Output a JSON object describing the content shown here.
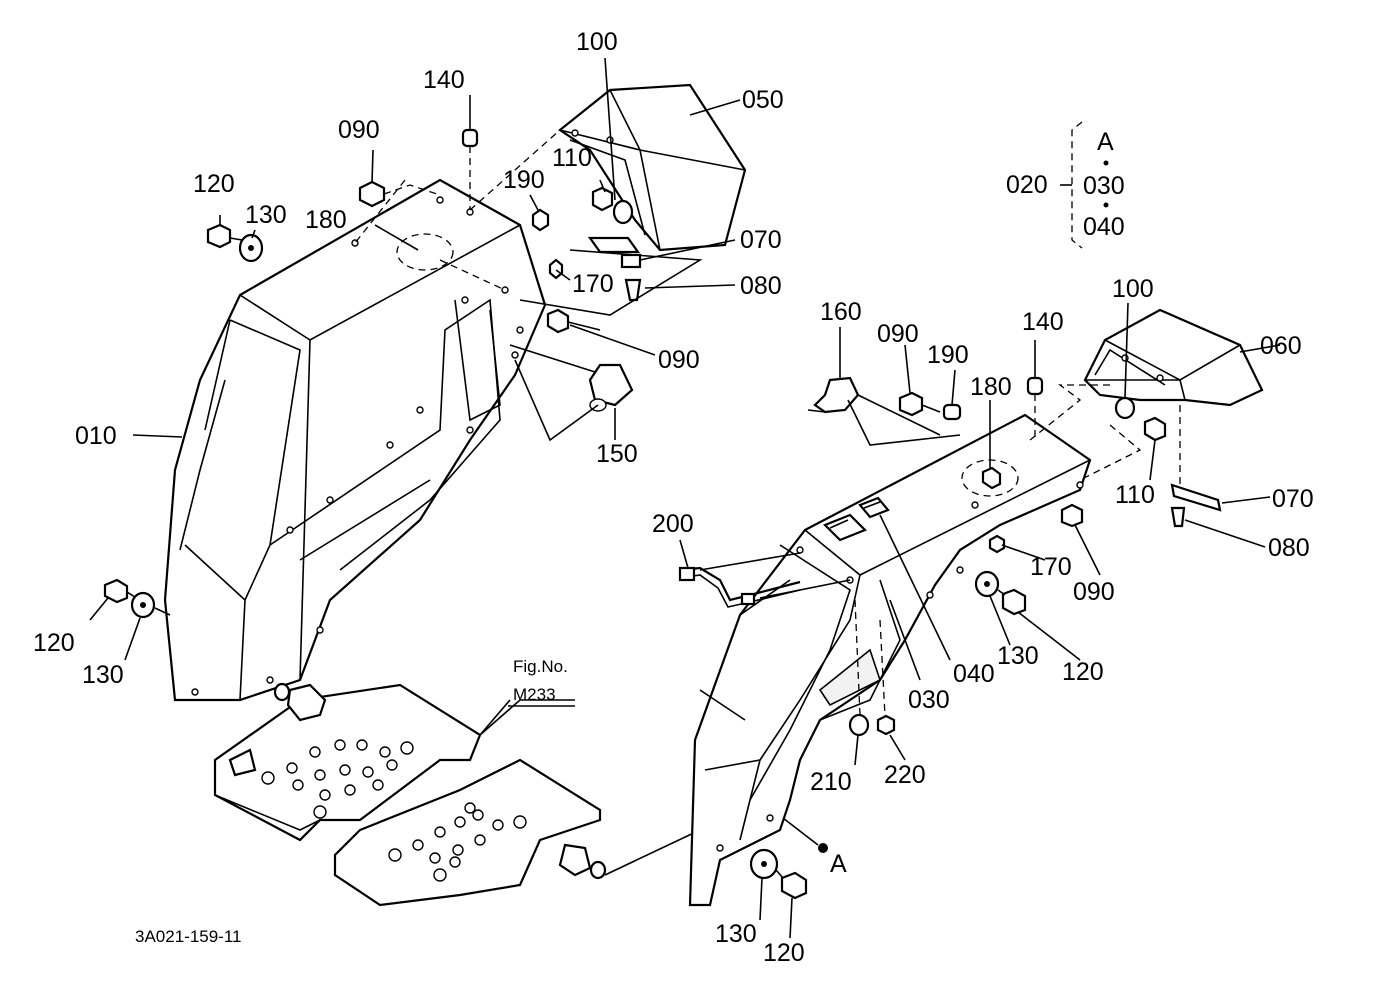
{
  "figure_id": "3A021-159-11",
  "reference": {
    "line1": "Fig.No.",
    "line2": "M233"
  },
  "assembly_bracket": {
    "parent": "020",
    "items": [
      "A",
      "030",
      "040"
    ]
  },
  "callouts": {
    "c010": "010",
    "c050": "050",
    "c060": "060",
    "c100a": "100",
    "c100b": "100",
    "c140a": "140",
    "c140b": "140",
    "c090a": "090",
    "c090b": "090",
    "c090c": "090",
    "c090d": "090",
    "c110a": "110",
    "c110b": "110",
    "c190a": "190",
    "c190b": "190",
    "c120a": "120",
    "c120b": "120",
    "c120c": "120",
    "c120d": "120",
    "c130a": "130",
    "c130b": "130",
    "c130c": "130",
    "c130d": "130",
    "c180a": "180",
    "c180b": "180",
    "c070a": "070",
    "c070b": "070",
    "c080a": "080",
    "c080b": "080",
    "c170a": "170",
    "c170b": "170",
    "c150": "150",
    "c160": "160",
    "c200": "200",
    "c030": "030",
    "c040": "040",
    "c210": "210",
    "c220": "220",
    "cA": "A"
  }
}
